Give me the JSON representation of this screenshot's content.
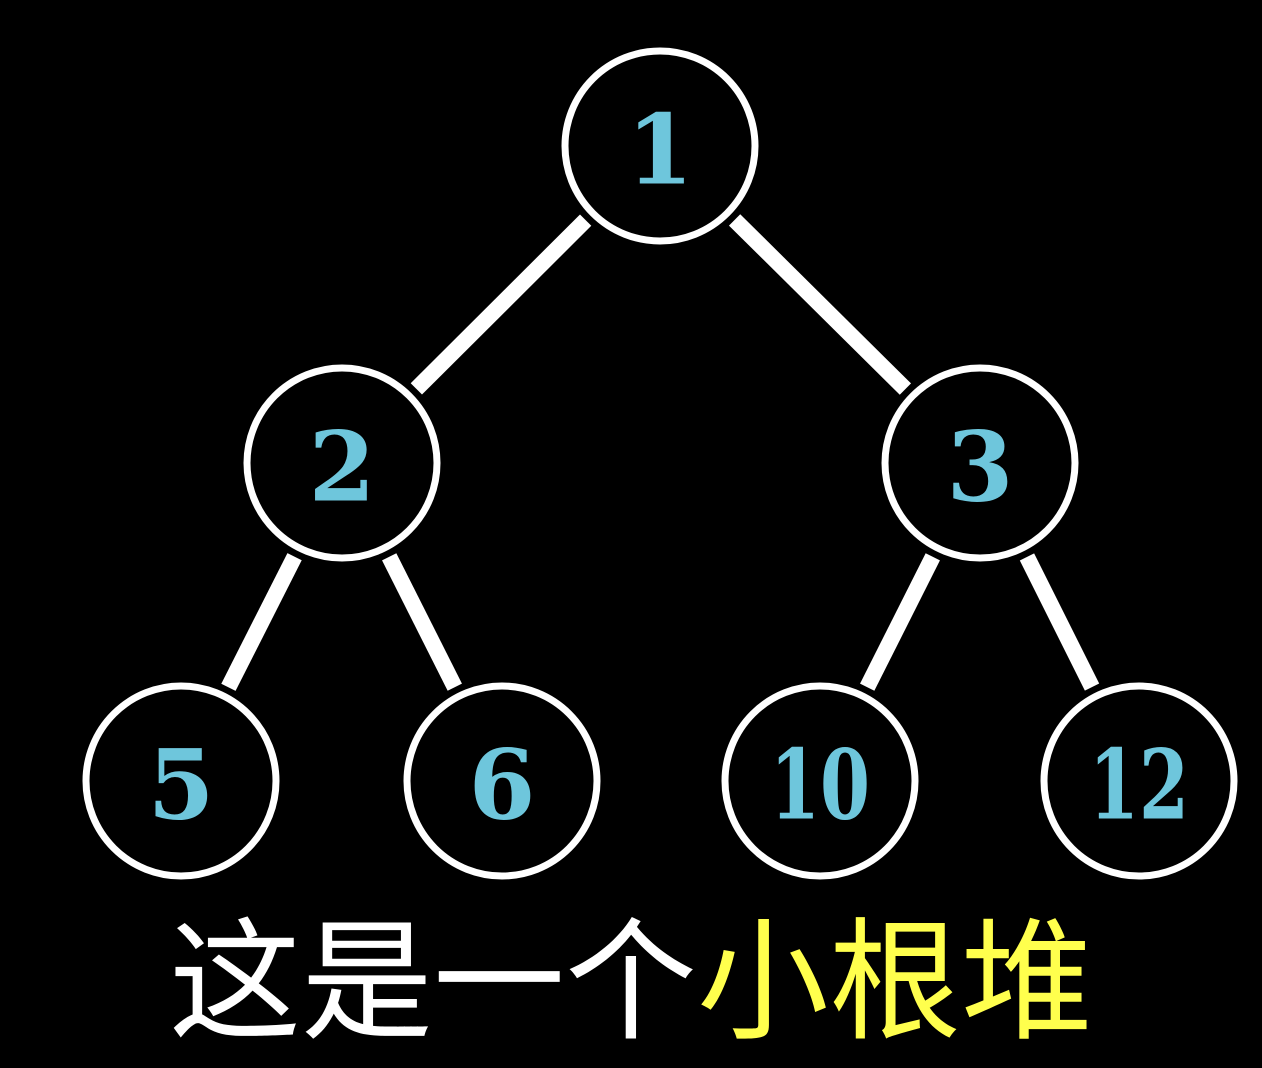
{
  "colors": {
    "background": "#000000",
    "node_stroke": "#ffffff",
    "edge": "#ffffff",
    "node_text": "#6ec6dc",
    "caption_text": "#ffffff",
    "caption_highlight": "#ffff4d"
  },
  "tree": {
    "nodes": [
      {
        "id": "n1",
        "value": "1"
      },
      {
        "id": "n2",
        "value": "2"
      },
      {
        "id": "n3",
        "value": "3"
      },
      {
        "id": "n5",
        "value": "5"
      },
      {
        "id": "n6",
        "value": "6"
      },
      {
        "id": "n10",
        "value": "10"
      },
      {
        "id": "n12",
        "value": "12"
      }
    ],
    "edges": [
      {
        "from": "n1",
        "to": "n2"
      },
      {
        "from": "n1",
        "to": "n3"
      },
      {
        "from": "n2",
        "to": "n5"
      },
      {
        "from": "n2",
        "to": "n6"
      },
      {
        "from": "n3",
        "to": "n10"
      },
      {
        "from": "n3",
        "to": "n12"
      }
    ]
  },
  "caption": {
    "prefix": "这是一个",
    "highlight": "小根堆"
  }
}
